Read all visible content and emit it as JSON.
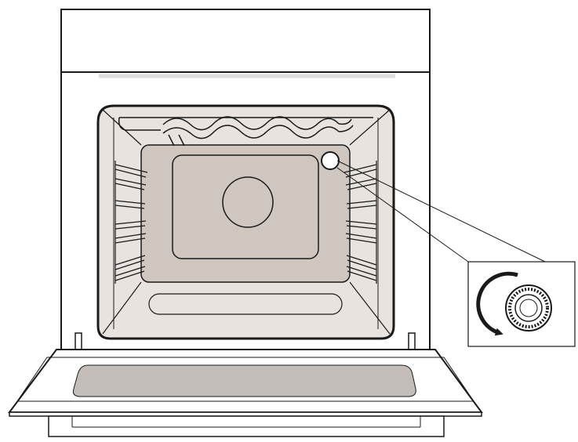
{
  "diagram": {
    "subject": "oven-interior-lamp-cover-removal",
    "components": [
      "control-panel",
      "oven-body",
      "oven-cavity",
      "grill-heating-element",
      "rear-panel",
      "fan-cover",
      "lamp-cover",
      "left-shelf-rails",
      "right-shelf-rails",
      "cavity-floor-recess",
      "door-hinges",
      "open-door",
      "door-glass",
      "plinth",
      "detail-callout",
      "rotate-arrow",
      "lamp-cover-detail"
    ],
    "rotation_direction": "counterclockwise",
    "colors": {
      "outline": "#1a1a1a",
      "interior": "#e8e3df",
      "rear_panel": "#cfc6c0",
      "glass": "#c2bdb9",
      "body": "#ffffff",
      "shadow": "#dddddd"
    }
  }
}
